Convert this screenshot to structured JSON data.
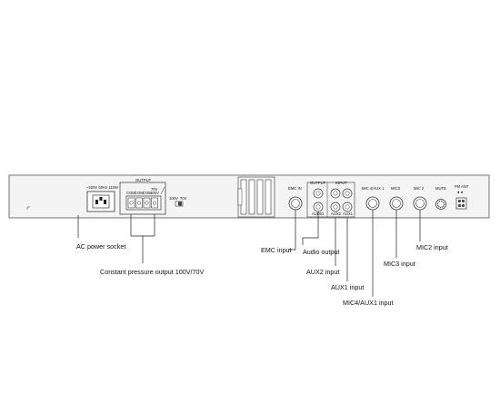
{
  "panel": {
    "power_rating": "~220V  50Hz  110W",
    "output_title": "OUTPUT",
    "terminal_labels": [
      "COM",
      "COM",
      "COM",
      "COM"
    ],
    "voltage_70": "70V",
    "voltage_100": "100V",
    "switch_100": "100V",
    "switch_70": "70V",
    "emc_in": "EMC IN",
    "rca_output_title": "OUTPUT",
    "rca_input_title": "INPUT",
    "rca_audio": "AUDIO",
    "rca_aux2": "AUX2",
    "rca_aux1": "AUX1",
    "mic4_aux1": "MIC 4/AUX 1",
    "mic3": "MIC3",
    "mic2": "MIC 2",
    "mute": "MUTE",
    "fm_ant": "FM ANT",
    "fm_ant_pins": "●  ●"
  },
  "callouts": {
    "ac_power": "AC power socket",
    "constant_pressure": "Constant pressure output 100V/70V",
    "emc_input": "EMC input",
    "audio_output": "Audio output",
    "aux2_input": "AUX2 input",
    "aux1_input": "AUX1 input",
    "mic4_aux1_input": "MIC4/AUX1 input",
    "mic3_input": "MIC3 input",
    "mic2_input": "MIC2 input"
  },
  "colors": {
    "panel_fill": "#f4f4f4",
    "panel_stroke": "#555555",
    "line": "#222222"
  }
}
